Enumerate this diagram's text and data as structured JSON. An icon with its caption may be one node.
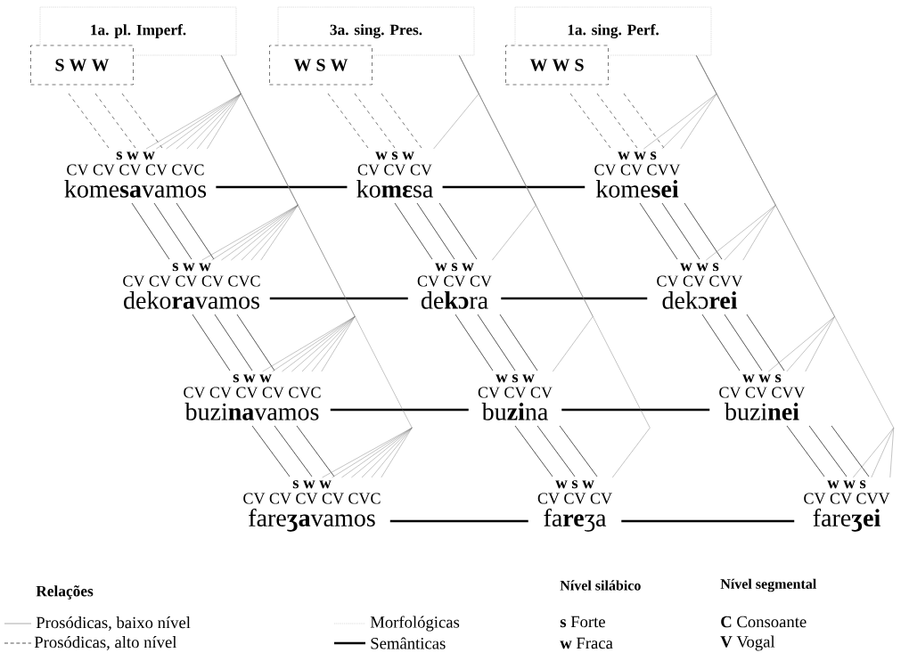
{
  "diagram": {
    "nodes": [
      {
        "text": [
          "1a. pl. Imperf."
        ]
      },
      {
        "text": [
          "3a. sing. Pres."
        ]
      },
      {
        "text": [
          "1a. sing. Perf."
        ]
      },
      {
        "text": [
          "S W W"
        ]
      },
      {
        "text": [
          "W S W"
        ]
      },
      {
        "text": [
          "W W S"
        ]
      },
      {
        "text": [
          "s w w",
          "CV CV CV CV CVC",
          "kome**sa**vamos"
        ]
      },
      {
        "text": [
          "w s w",
          "CV CV CV",
          "ko**mɛ**sa"
        ]
      },
      {
        "text": [
          "w w s",
          "CV CV CVV",
          "kome**sei**"
        ]
      },
      {
        "text": [
          "s w w",
          "CV CV CV CV CVC",
          "deko**ra**vamos"
        ]
      },
      {
        "text": [
          "w s w",
          "CV CV CV",
          "de**kɔ**ra"
        ]
      },
      {
        "text": [
          "w w s",
          "CV CV CVV",
          "dekɔ**rei**"
        ]
      },
      {
        "text": [
          "s w w",
          "CV CV CV CV CVC",
          "buzi**na**vamos"
        ]
      },
      {
        "text": [
          "w s w",
          "CV CV CV",
          "bu**zi**na"
        ]
      },
      {
        "text": [
          "w w s",
          "CV CV CVV",
          "buzi**nei**"
        ]
      },
      {
        "text": [
          "s w w",
          "CV CV CV CV CVC",
          "fare**ʒa**vamos"
        ]
      },
      {
        "text": [
          "w s w",
          "CV CV CV",
          "fa**re**ʒa"
        ]
      },
      {
        "text": [
          "w w s",
          "CV CV CVV",
          "fare**ʒei**"
        ]
      }
    ],
    "edges": [
      {
        "from": 3,
        "to": 6,
        "arrow": "none",
        "style": "dashed"
      },
      {
        "from": 4,
        "to": 7,
        "arrow": "none",
        "style": "dashed"
      },
      {
        "from": 5,
        "to": 8,
        "arrow": "none",
        "style": "dashed"
      },
      {
        "from": 6,
        "to": 9,
        "arrow": "none"
      },
      {
        "from": 7,
        "to": 10,
        "arrow": "none"
      },
      {
        "from": 8,
        "to": 11,
        "arrow": "none"
      },
      {
        "from": 9,
        "to": 12,
        "arrow": "none"
      },
      {
        "from": 10,
        "to": 13,
        "arrow": "none"
      },
      {
        "from": 11,
        "to": 14,
        "arrow": "none"
      },
      {
        "from": 12,
        "to": 15,
        "arrow": "none"
      },
      {
        "from": 13,
        "to": 16,
        "arrow": "none"
      },
      {
        "from": 14,
        "to": 17,
        "arrow": "none"
      },
      {
        "from": 6,
        "to": 7,
        "arrow": "none",
        "style": "thick"
      },
      {
        "from": 7,
        "to": 8,
        "arrow": "none",
        "style": "thick"
      },
      {
        "from": 9,
        "to": 10,
        "arrow": "none",
        "style": "thick"
      },
      {
        "from": 10,
        "to": 11,
        "arrow": "none",
        "style": "thick"
      },
      {
        "from": 12,
        "to": 13,
        "arrow": "none",
        "style": "thick"
      },
      {
        "from": 13,
        "to": 14,
        "arrow": "none",
        "style": "thick"
      },
      {
        "from": 15,
        "to": 16,
        "arrow": "none",
        "style": "thick"
      },
      {
        "from": 16,
        "to": 17,
        "arrow": "none",
        "style": "thick"
      },
      {
        "from": 0,
        "to": 6,
        "arrow": "none",
        "color": "#808080"
      },
      {
        "from": 0,
        "to": 9,
        "arrow": "none",
        "color": "#808080"
      },
      {
        "from": 0,
        "to": 12,
        "arrow": "none",
        "color": "#808080"
      },
      {
        "from": 0,
        "to": 15,
        "arrow": "none",
        "color": "#808080"
      },
      {
        "from": 1,
        "to": 7,
        "arrow": "none",
        "color": "#808080"
      },
      {
        "from": 1,
        "to": 10,
        "arrow": "none",
        "color": "#808080"
      },
      {
        "from": 1,
        "to": 13,
        "arrow": "none",
        "color": "#808080"
      },
      {
        "from": 1,
        "to": 16,
        "arrow": "none",
        "color": "#808080"
      },
      {
        "from": 2,
        "to": 8,
        "arrow": "none",
        "color": "#808080"
      },
      {
        "from": 2,
        "to": 11,
        "arrow": "none",
        "color": "#808080"
      },
      {
        "from": 2,
        "to": 14,
        "arrow": "none",
        "color": "#808080"
      },
      {
        "from": 2,
        "to": 17,
        "arrow": "none",
        "color": "#808080"
      }
    ],
    "labels": [
      "Relações",
      "Nível silábico",
      "Nível segmental",
      "**s** Forte",
      "**C** Consoante",
      "**w** Fraca",
      "**V** Vogal"
    ],
    "legend": [
      {
        "text": "Prosódicas, baixo nível"
      },
      {
        "text": "Prosódicas, alto nível"
      },
      {
        "text": "Morfológicas"
      },
      {
        "text": "Semânticas"
      }
    ]
  }
}
